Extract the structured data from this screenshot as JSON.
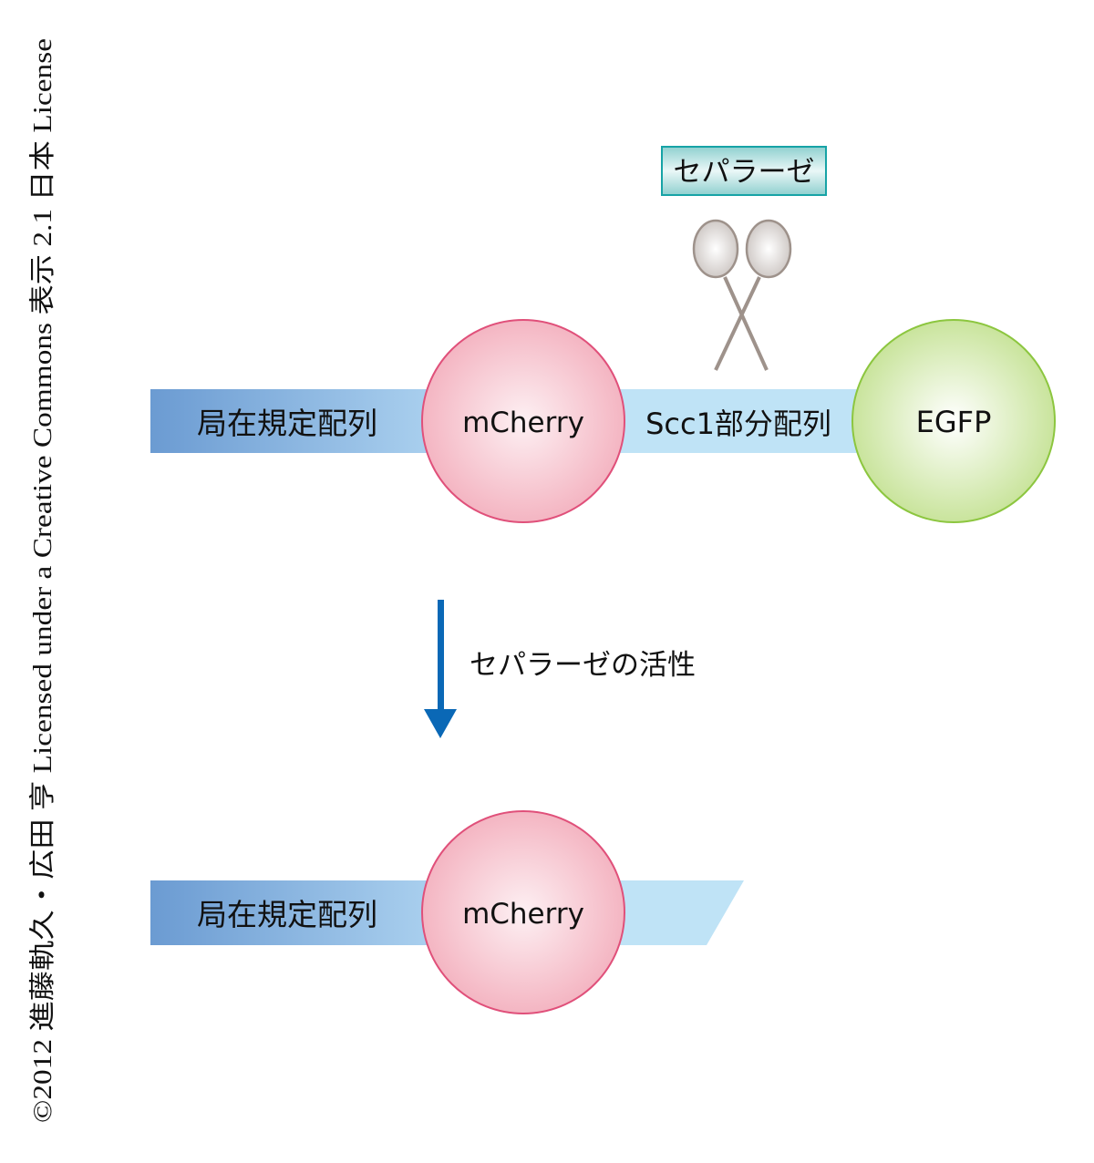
{
  "copyright": "©2012 進藤軌久・広田 亨 Licensed under a Creative Commons 表示 2.1 日本 License",
  "before": {
    "localization_label": "局在規定配列",
    "mcherry_label": "mCherry",
    "scc1_label": "Scc1部分配列",
    "egfp_label": "EGFP"
  },
  "separase_label": "セパラーゼ",
  "arrow_label": "セパラーゼの活性",
  "after": {
    "localization_label": "局在規定配列",
    "mcherry_label": "mCherry"
  },
  "colors": {
    "loc_dark": "#6b9bd2",
    "loc_light": "#a9cfee",
    "scc1": "#bfe3f6",
    "mcherry_border": "#e0507a",
    "egfp_border": "#8cc63f",
    "arrow": "#0a68b6",
    "separase_border": "#16a3a6"
  }
}
